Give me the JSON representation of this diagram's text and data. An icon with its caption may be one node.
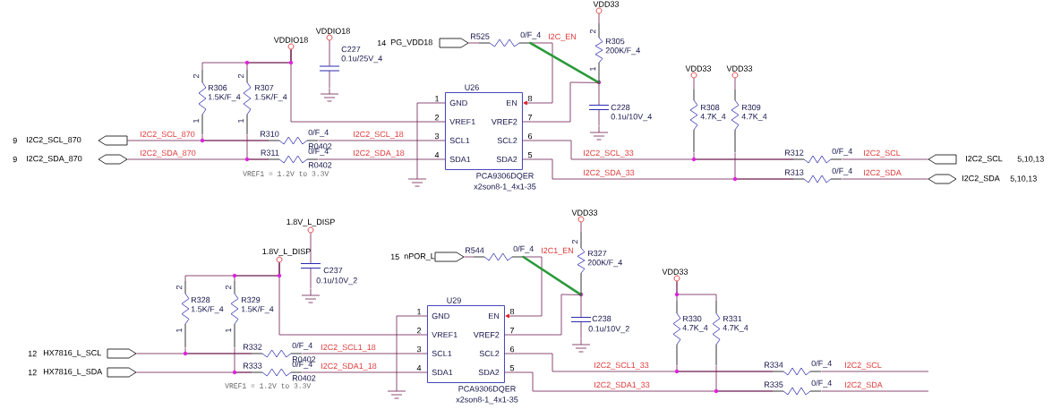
{
  "diagram": {
    "nodes": [
      {
        "text": [
          "U26",
          "1",
          "GND",
          "8",
          "EN",
          "2",
          "VREF1",
          "7",
          "VREF2",
          "3",
          "SCL1",
          "6",
          "SCL2",
          "4",
          "SDA1",
          "5",
          "SDA2",
          "PCA9306DQER",
          "x2son8-1_4x1-35"
        ]
      },
      {
        "text": [
          "VDDIO18"
        ]
      },
      {
        "text": [
          "VDDIO18"
        ]
      },
      {
        "text": [
          "C227",
          "0.1u/25V_4"
        ]
      },
      {
        "text": [],
        "shape": "ground"
      },
      {
        "text": [
          "2",
          "R306",
          "1.5K/F_4",
          "1"
        ]
      },
      {
        "text": [
          "2",
          "R307",
          "1.5K/F_4",
          "1"
        ]
      },
      {
        "text": [
          "9",
          "I2C2_SCL_870"
        ]
      },
      {
        "text": [
          "9",
          "I2C2_SDA_870"
        ]
      },
      {
        "text": [
          "R310",
          "0/F_4",
          "R0402"
        ]
      },
      {
        "text": [
          "R311",
          "0/F_4",
          "R0402"
        ]
      },
      {
        "text": [],
        "shape": "ground"
      },
      {
        "text": [
          "14",
          "PG_VDD18"
        ]
      },
      {
        "text": [
          "R525",
          "0/F_4"
        ]
      },
      {
        "text": [
          "VDD33"
        ]
      },
      {
        "text": [
          "2",
          "R305",
          "200K/F_4",
          "1"
        ]
      },
      {
        "text": [
          "C228",
          "0.1u/10V_4"
        ]
      },
      {
        "text": [],
        "shape": "ground"
      },
      {
        "text": [
          "VDD33"
        ]
      },
      {
        "text": [
          "VDD33"
        ]
      },
      {
        "text": [
          "R308",
          "4.7K_4"
        ]
      },
      {
        "text": [
          "R309",
          "4.7K_4"
        ]
      },
      {
        "text": [
          "R312",
          "0/F_4"
        ]
      },
      {
        "text": [
          "R313",
          "0/F_4"
        ]
      },
      {
        "text": [
          "I2C2_SCL",
          "5,10,13"
        ]
      },
      {
        "text": [
          "I2C2_SDA",
          "5,10,13"
        ]
      },
      {
        "text": [
          "U29",
          "1",
          "GND",
          "8",
          "EN",
          "2",
          "VREF1",
          "7",
          "VREF2",
          "3",
          "SCL1",
          "6",
          "SCL2",
          "4",
          "SDA1",
          "5",
          "SDA2",
          "PCA9306DQER",
          "x2son8-1_4x1-35"
        ]
      },
      {
        "text": [
          "1.8V_L_DISP"
        ]
      },
      {
        "text": [
          "C237",
          "0.1u/10V_2"
        ]
      },
      {
        "text": [],
        "shape": "ground"
      },
      {
        "text": [
          "1.8V_L_DISP"
        ]
      },
      {
        "text": [
          "2",
          "R328",
          "1.5K/F_4",
          "1"
        ]
      },
      {
        "text": [
          "2",
          "R329",
          "1.5K/F_4",
          "1"
        ]
      },
      {
        "text": [
          "12",
          "HX7816_L_SCL"
        ]
      },
      {
        "text": [
          "12",
          "HX7816_L_SDA"
        ]
      },
      {
        "text": [
          "R332",
          "0/F_4",
          "R0402"
        ]
      },
      {
        "text": [
          "R333",
          "0/F_4",
          "R0402"
        ]
      },
      {
        "text": [],
        "shape": "ground"
      },
      {
        "text": [
          "15",
          "nPOR_L"
        ]
      },
      {
        "text": [
          "R544",
          "0/F_4"
        ]
      },
      {
        "text": [
          "VDD33"
        ]
      },
      {
        "text": [
          "2",
          "R327",
          "200K/F_4"
        ]
      },
      {
        "text": [
          "C238",
          "0.1u/10V_2"
        ]
      },
      {
        "text": [],
        "shape": "ground"
      },
      {
        "text": [
          "VDD33"
        ]
      },
      {
        "text": [
          "R330",
          "4.7K_4"
        ]
      },
      {
        "text": [
          "R331",
          "4.7K_4"
        ]
      },
      {
        "text": [
          "R334",
          "0/F_4"
        ]
      },
      {
        "text": [
          "R335",
          "0/F_4"
        ]
      }
    ],
    "edges": [
      {
        "from": 1,
        "to": 5,
        "arrow": "none"
      },
      {
        "from": 1,
        "to": 6,
        "arrow": "none"
      },
      {
        "from": 1,
        "to": 0,
        "arrow": "none"
      },
      {
        "from": 2,
        "to": 3,
        "arrow": "none"
      },
      {
        "from": 3,
        "to": 4,
        "arrow": "none"
      },
      {
        "from": 7,
        "to": 9,
        "arrow": "none"
      },
      {
        "from": 5,
        "to": 9,
        "arrow": "none"
      },
      {
        "from": 9,
        "to": 0,
        "arrow": "none"
      },
      {
        "from": 8,
        "to": 10,
        "arrow": "none"
      },
      {
        "from": 6,
        "to": 10,
        "arrow": "none"
      },
      {
        "from": 10,
        "to": 0,
        "arrow": "none"
      },
      {
        "from": 0,
        "to": 11,
        "arrow": "none"
      },
      {
        "from": 12,
        "to": 13,
        "arrow": "none"
      },
      {
        "from": 13,
        "to": 0,
        "arrow": "to"
      },
      {
        "from": 13,
        "to": 15,
        "arrow": "none",
        "style": "thick",
        "color": "#2a9a3a"
      },
      {
        "from": 14,
        "to": 15,
        "arrow": "none"
      },
      {
        "from": 15,
        "to": 16,
        "arrow": "none"
      },
      {
        "from": 15,
        "to": 0,
        "arrow": "none"
      },
      {
        "from": 16,
        "to": 17,
        "arrow": "none"
      },
      {
        "from": 0,
        "to": 22,
        "arrow": "none"
      },
      {
        "from": 20,
        "to": 22,
        "arrow": "none"
      },
      {
        "from": 18,
        "to": 20,
        "arrow": "none"
      },
      {
        "from": 0,
        "to": 23,
        "arrow": "none"
      },
      {
        "from": 21,
        "to": 23,
        "arrow": "none"
      },
      {
        "from": 19,
        "to": 21,
        "arrow": "none"
      },
      {
        "from": 22,
        "to": 24,
        "arrow": "none"
      },
      {
        "from": 23,
        "to": 25,
        "arrow": "none"
      },
      {
        "from": 30,
        "to": 31,
        "arrow": "none"
      },
      {
        "from": 30,
        "to": 32,
        "arrow": "none"
      },
      {
        "from": 30,
        "to": 26,
        "arrow": "none"
      },
      {
        "from": 27,
        "to": 28,
        "arrow": "none"
      },
      {
        "from": 28,
        "to": 29,
        "arrow": "none"
      },
      {
        "from": 33,
        "to": 35,
        "arrow": "none"
      },
      {
        "from": 31,
        "to": 35,
        "arrow": "none"
      },
      {
        "from": 35,
        "to": 26,
        "arrow": "none"
      },
      {
        "from": 34,
        "to": 36,
        "arrow": "none"
      },
      {
        "from": 32,
        "to": 36,
        "arrow": "none"
      },
      {
        "from": 36,
        "to": 26,
        "arrow": "none"
      },
      {
        "from": 26,
        "to": 37,
        "arrow": "none"
      },
      {
        "from": 38,
        "to": 39,
        "arrow": "none"
      },
      {
        "from": 39,
        "to": 26,
        "arrow": "to"
      },
      {
        "from": 39,
        "to": 41,
        "arrow": "none",
        "style": "thick",
        "color": "#2a9a3a"
      },
      {
        "from": 40,
        "to": 41,
        "arrow": "none"
      },
      {
        "from": 41,
        "to": 42,
        "arrow": "none"
      },
      {
        "from": 41,
        "to": 26,
        "arrow": "none"
      },
      {
        "from": 42,
        "to": 43,
        "arrow": "none"
      },
      {
        "from": 26,
        "to": 47,
        "arrow": "none"
      },
      {
        "from": 45,
        "to": 47,
        "arrow": "none"
      },
      {
        "from": 44,
        "to": 45,
        "arrow": "none"
      },
      {
        "from": 44,
        "to": 46,
        "arrow": "none"
      },
      {
        "from": 26,
        "to": 48,
        "arrow": "none"
      },
      {
        "from": 46,
        "to": 48,
        "arrow": "none"
      },
      {
        "from": 47,
        "to": null,
        "arrow": "none"
      },
      {
        "from": 48,
        "to": null,
        "arrow": "none"
      }
    ],
    "labels": [
      "I2C2_SCL_870",
      "I2C2_SDA_870",
      "I2C2_SCL_18",
      "I2C2_SDA_18",
      "VREF1 = 1.2V to 3.3V",
      "I2C_EN",
      "I2C2_SCL_33",
      "I2C2_SDA_33",
      "I2C2_SCL",
      "I2C2_SDA",
      "I2C2_SCL1_18",
      "I2C2_SDA1_18",
      "VREF1 = 1.2V to 3.3V",
      "I2C1_EN",
      "I2C2_SCL1_33",
      "I2C2_SDA1_33",
      "I2C2_SCL",
      "I2C2_SDA"
    ]
  }
}
